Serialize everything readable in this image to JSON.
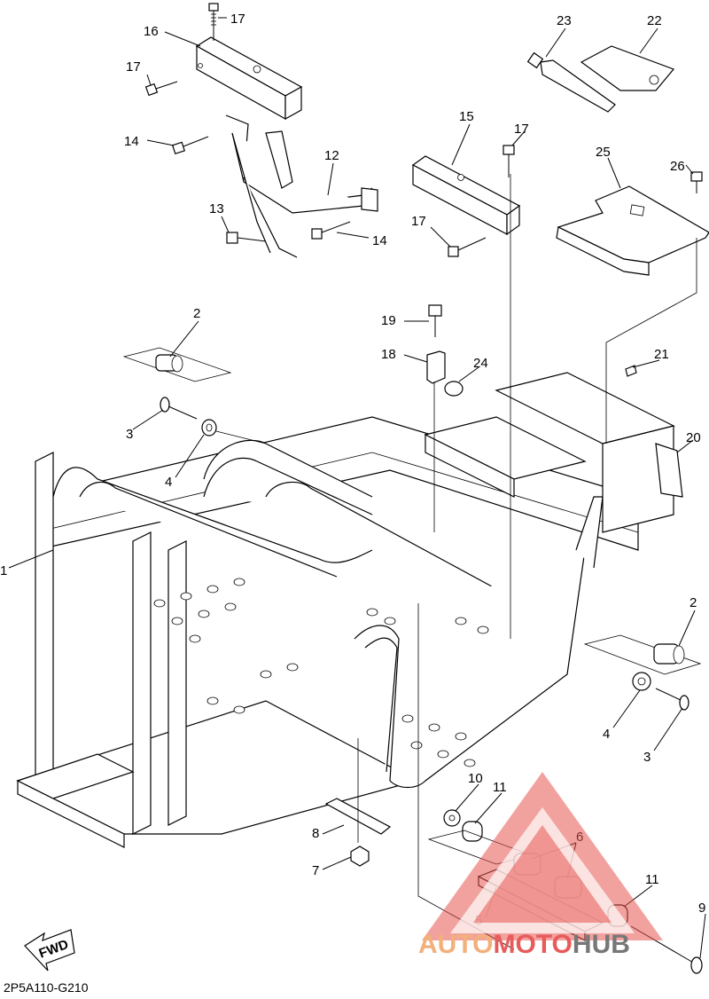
{
  "diagram": {
    "callouts": {
      "c1": "1",
      "c2a": "2",
      "c2b": "2",
      "c3a": "3",
      "c3b": "3",
      "c4a": "4",
      "c4b": "4",
      "c5": "5",
      "c6": "6",
      "c7": "7",
      "c8": "8",
      "c9": "9",
      "c10": "10",
      "c11a": "11",
      "c11b": "11",
      "c12": "12",
      "c13": "13",
      "c14a": "14",
      "c14b": "14",
      "c15": "15",
      "c16": "16",
      "c17a": "17",
      "c17b": "17",
      "c17c": "17",
      "c17d": "17",
      "c18": "18",
      "c19": "19",
      "c20": "20",
      "c21": "21",
      "c22": "22",
      "c23": "23",
      "c24": "24",
      "c25": "25",
      "c26": "26"
    },
    "fwd_label": "FWD",
    "diagram_code": "2P5A110-G210"
  },
  "watermark": {
    "part1": "AUTO",
    "part2": "MOTO",
    "part3": "HUB"
  }
}
